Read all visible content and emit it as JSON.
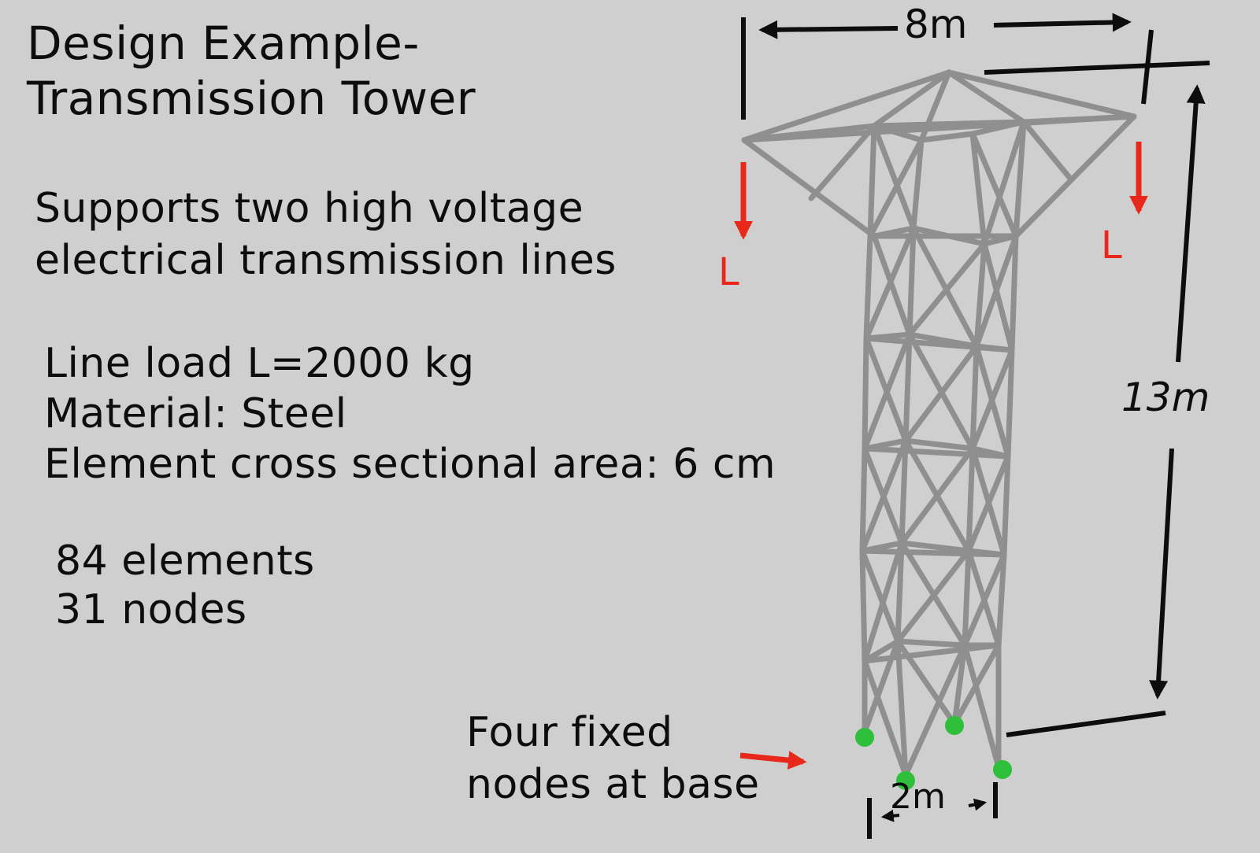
{
  "title_lines": [
    "Design Example-",
    "Transmission Tower"
  ],
  "description_lines": [
    "Supports two high voltage",
    "electrical transmission lines"
  ],
  "specs": {
    "line_load": "Line load L=2000 kg",
    "material": "Material: Steel",
    "area": "Element cross sectional area: 6 cm"
  },
  "counts": {
    "elements": "84 elements",
    "nodes": "31 nodes"
  },
  "base_note_lines": [
    "Four fixed",
    "nodes at base"
  ],
  "dimensions": {
    "top_width": "8m",
    "height": "13m",
    "base_width": "2m"
  },
  "load_label": "L",
  "colors": {
    "background": "#cfcfcf",
    "member": "#9a9a9a",
    "load_arrow": "#e8281a",
    "fixed_node": "#2fbf3a",
    "dimension": "#0d0d0d"
  }
}
